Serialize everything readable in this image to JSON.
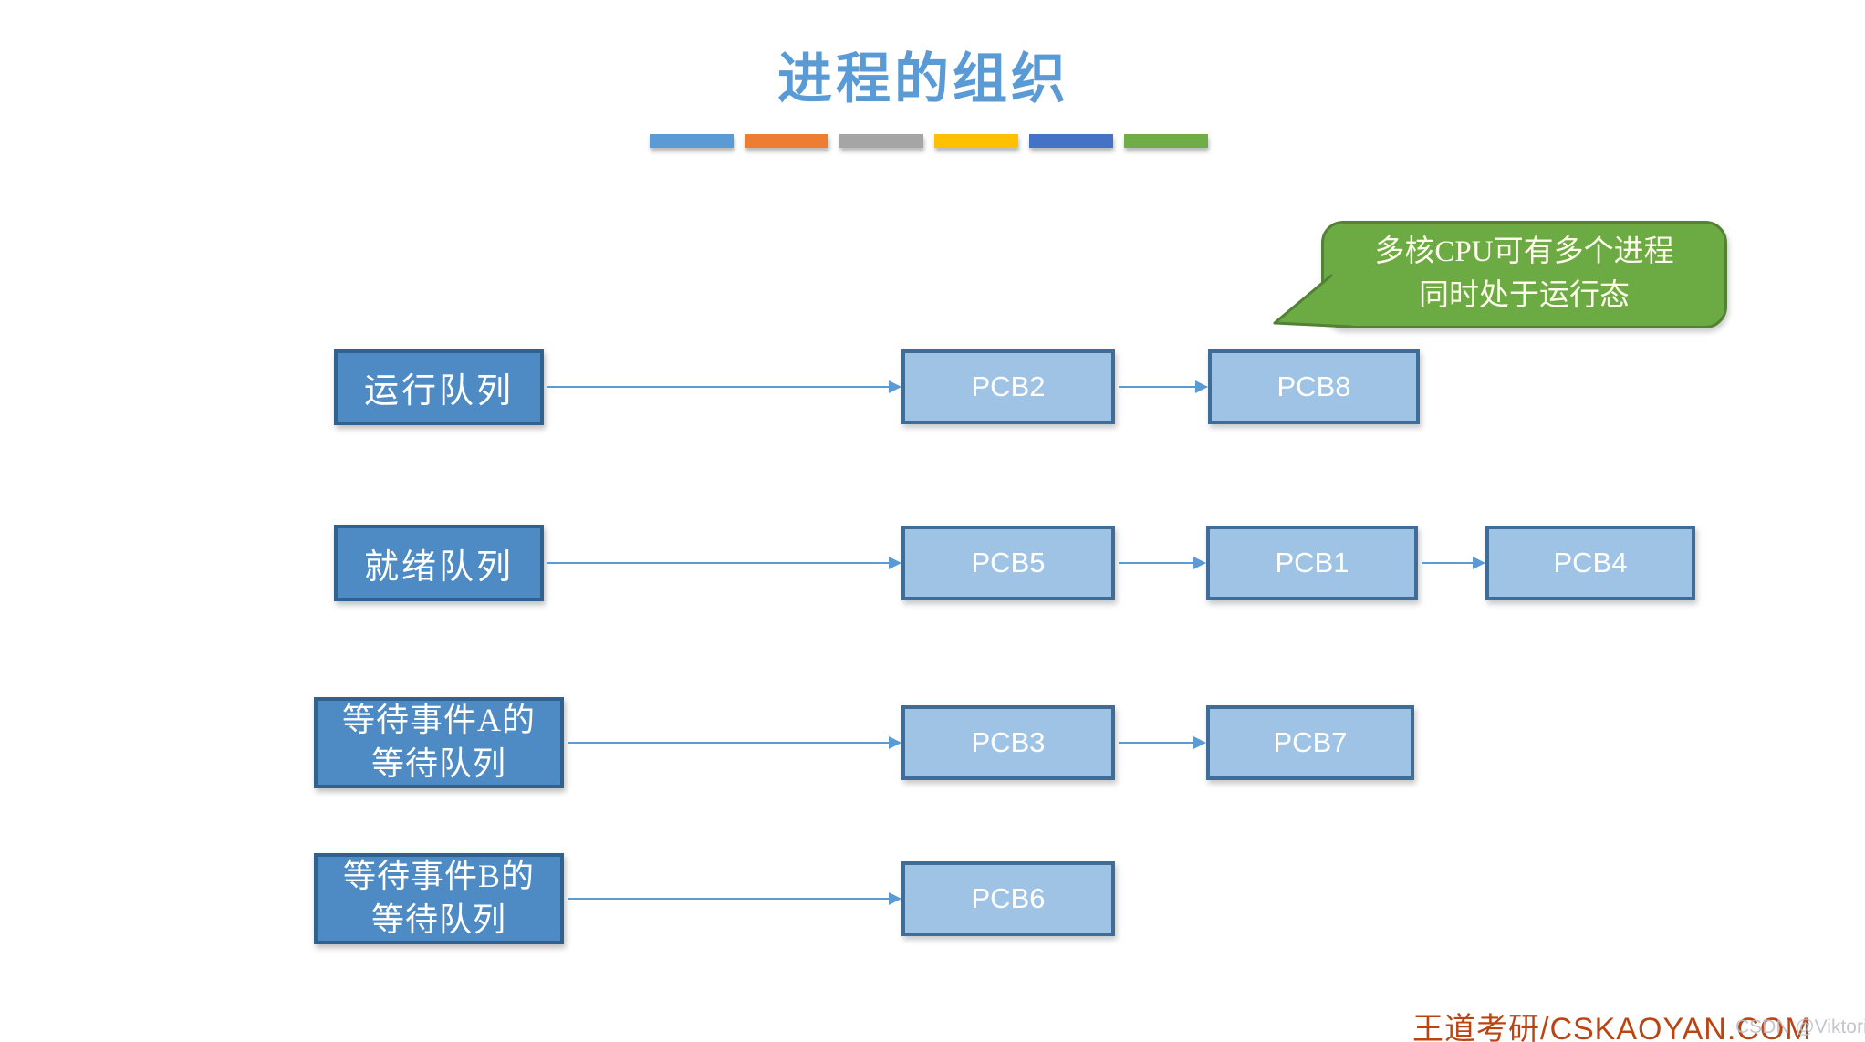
{
  "title": "进程的组织",
  "accent_bars": {
    "colors": [
      "#5B9BD5",
      "#ED7D31",
      "#A5A5A5",
      "#FFC000",
      "#4472C4",
      "#70AD47"
    ]
  },
  "callout": {
    "line1": "多核CPU可有多个进程",
    "line2": "同时处于运行态",
    "fill": "#6CAB44",
    "border": "#538135"
  },
  "rows": [
    {
      "label": "运行队列",
      "nodes": [
        "PCB2",
        "PCB8"
      ]
    },
    {
      "label": "就绪队列",
      "nodes": [
        "PCB5",
        "PCB1",
        "PCB4"
      ]
    },
    {
      "label_line1": "等待事件A的",
      "label_line2": "等待队列",
      "nodes": [
        "PCB3",
        "PCB7"
      ]
    },
    {
      "label_line1": "等待事件B的",
      "label_line2": "等待队列",
      "nodes": [
        "PCB6"
      ]
    }
  ],
  "colors": {
    "title": "#5B9BD5",
    "label_box_fill": "#4E8BC4",
    "label_box_border": "#31618F",
    "pcb_fill": "#9FC3E5",
    "pcb_border": "#3E6D99",
    "arrow": "#5B9BD5"
  },
  "watermarks": {
    "brand": "王道考研/CSKAOYAN.COM",
    "platform": "CSDN @Viktoriae"
  }
}
